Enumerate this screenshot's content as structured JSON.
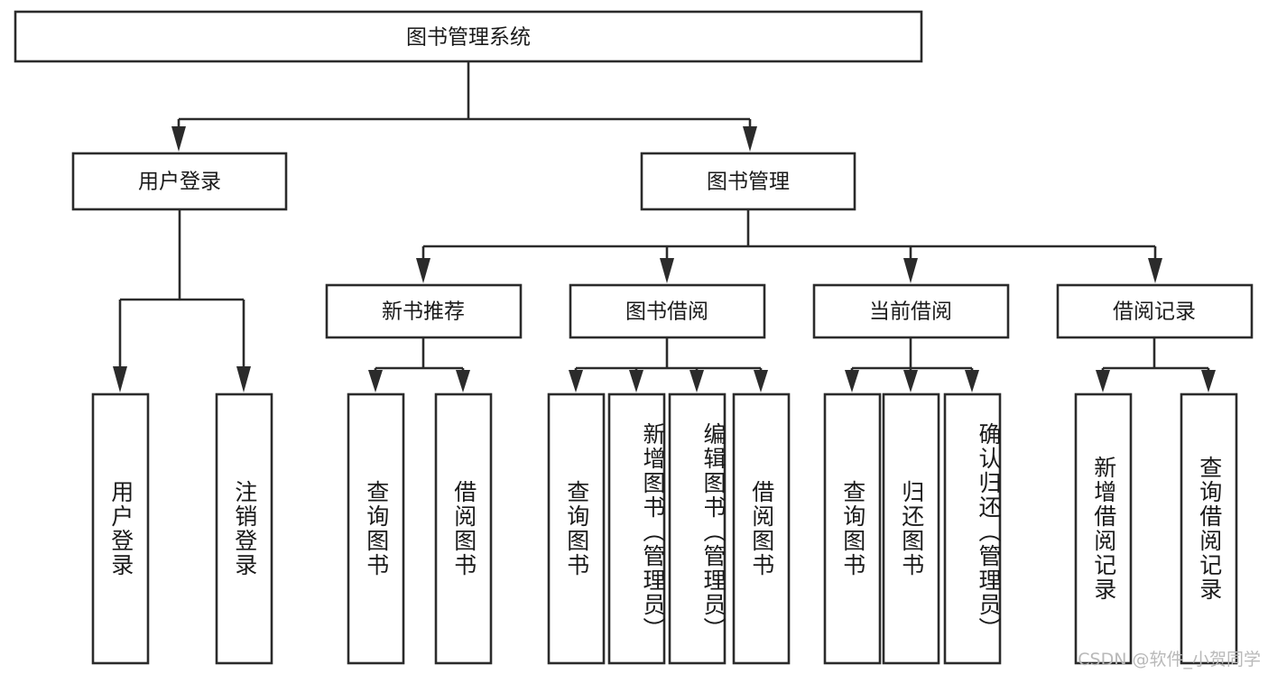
{
  "diagram": {
    "type": "tree",
    "title": "图书管理系统",
    "watermark": "CSDN @软件_小贺同学",
    "colors": {
      "stroke": "#2b2b2b",
      "box_fill": "#ffffff",
      "text": "#1a1a1a",
      "background": "#ffffff",
      "watermark": "#b9b9b9"
    },
    "root": {
      "label": "图书管理系统"
    },
    "level2": [
      {
        "label": "用户登录"
      },
      {
        "label": "图书管理"
      }
    ],
    "level3": [
      {
        "label": "新书推荐"
      },
      {
        "label": "图书借阅"
      },
      {
        "label": "当前借阅"
      },
      {
        "label": "借阅记录"
      }
    ],
    "leaves": {
      "user_login": [
        {
          "label": "用户登录"
        },
        {
          "label": "注销登录"
        }
      ],
      "new_book": [
        {
          "label": "查询图书"
        },
        {
          "label": "借阅图书"
        }
      ],
      "book_borrow": [
        {
          "label": "查询图书"
        },
        {
          "label": "新增图书（管理员）"
        },
        {
          "label": "编辑图书（管理员）"
        },
        {
          "label": "借阅图书"
        }
      ],
      "current_borrow": [
        {
          "label": "查询图书"
        },
        {
          "label": "归还图书"
        },
        {
          "label": "确认归还（管理员）"
        }
      ],
      "borrow_record": [
        {
          "label": "新增借阅记录"
        },
        {
          "label": "查询借阅记录"
        }
      ]
    }
  }
}
